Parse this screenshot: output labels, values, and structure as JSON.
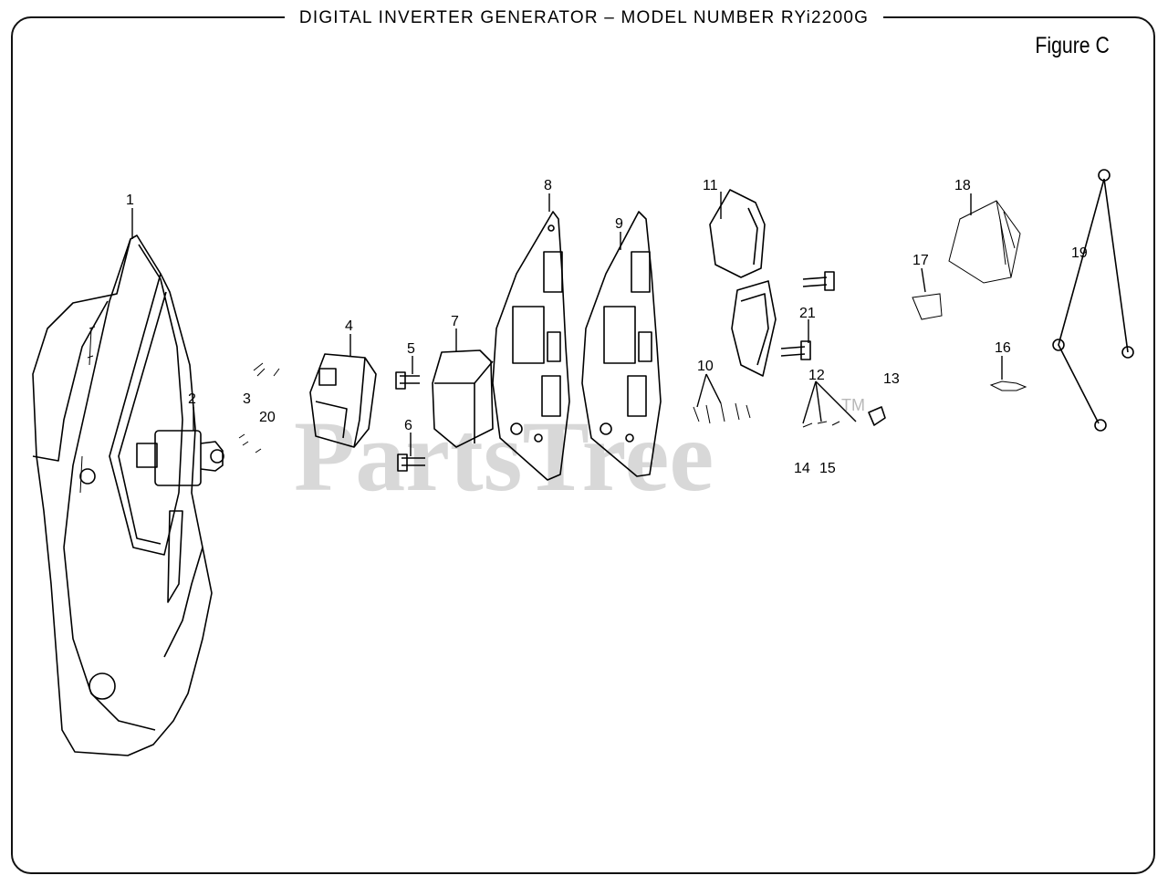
{
  "header": {
    "title": "DIGITAL INVERTER GENERATOR – MODEL NUMBER RYi2200G",
    "figure": "Figure C"
  },
  "watermark": {
    "text": "PartsTree",
    "trademark": "TM"
  },
  "callouts": [
    "1",
    "2",
    "3",
    "4",
    "5",
    "6",
    "7",
    "8",
    "9",
    "10",
    "11",
    "12",
    "13",
    "14",
    "15",
    "16",
    "17",
    "18",
    "19",
    "20",
    "21"
  ]
}
